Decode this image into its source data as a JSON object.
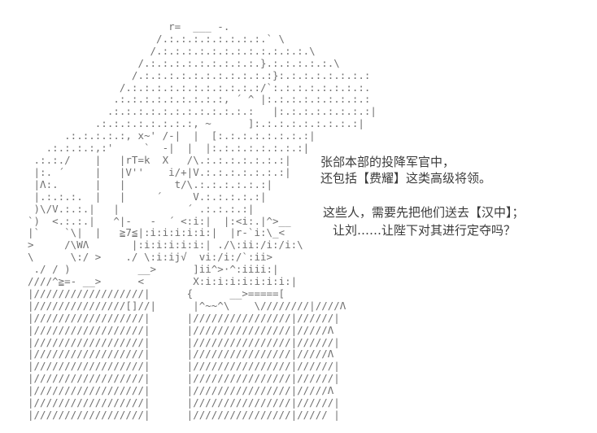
{
  "scene": {
    "background_color": "#ffffff",
    "art_color": "#707070",
    "text_color": "#3b3b3b"
  },
  "ascii_art": {
    "lines": [
      "                       r=  ___ -.",
      "                     /.:.:.:.:.:.:.:.:.` \\",
      "                    /.:.:.:.:.:.:.:.:.:.:.:.:.\\",
      "                  /.:.:.:.:.:.:.:.:.:.}.:.:.:.:.:.\\",
      "                 /.:.:.:.:.:.:.:.:.:.:.:}:.:.:.:.:.:.:.:",
      "               /.:.:.:.:.:.:.:.:.:.:.:/`:.:.:.:.:.:.:.:.",
      "              .:.:.:.:.:.:.:.:.:, ´ ^ |:.:.:.:.:.:.:.:.:",
      "             .:.:.:.:.:.:.:.:.:.:.:.:   |:.:.:.:.:.:.:.:|",
      "           .:.:.:.:.:.:.:.:, ~      ]:.:.:.:.:.:.:.:.:|",
      "      .:.:.:.:.:, x~' /-|  |  [:.:.:.:.:.:.:.:|",
      "   .:.:.:.:,:'     `  -|  |  |:.:.:.:.:.:.:.:|",
      " .:.:./    |   |rT=k  X   /\\.:.:.:.:.:.:.:|",
      " |:. ´     |   |V''    i/+|V.:.:.:.:.:.:.:|",
      " |Λ:.      |   |        t/\\.:.:.:.:.:.:|",
      " |.:.:.:.  |   |     ´     V.:.:.:.:.:|",
      " )\\/V.:.:.|   |           ´ .:.:.:.:|",
      "`)  <.:.:.|   ^|-   -  ´ <:i:|  |:<i:.|^>__",
      "|`    `\\|  |   ≧7≦|:i:i:i:i:i:|  |r-`i:\\_<",
      ">     /\\WΛ       |:i:i:i:i:i:| ./\\:ii:/i:/i:\\",
      "\\      \\:/ >    ./ \\:i:ij√  vi:/i:/`:ii>",
      " ./ / )           __>      ]ii^>·^:iiii:|",
      "////^≧=- __>      <        X:i:i:i:i:i:i:i:|",
      "|//////////////////|      {      __>=====[",
      "|///////////////[]//|      |^~~^\\    \\////////|////Λ",
      "|//////////////////|      |////////////////|//////|",
      "|//////////////////|      |////////////////|/////Λ",
      "|//////////////////|      |////////////////|//////|",
      "|//////////////////|      |////////////////|/////Λ",
      "|//////////////////|      |////////////////|//////|",
      "|//////////////////|      |////////////////|//////|",
      "|//////////////////|      |////////////////|/////Λ",
      "|//////////////////|      |////////////////|//////|",
      "|//////////////////|      |////////////////|///// |"
    ]
  },
  "dialogue": {
    "line1": "张郃本部的投降军官中，",
    "line2": "还包括【费耀】这类高级将领。",
    "line3": "这些人，需要先把他们送去【汉中】；",
    "line4": "让刘……让陛下对其进行定夺吗？"
  }
}
